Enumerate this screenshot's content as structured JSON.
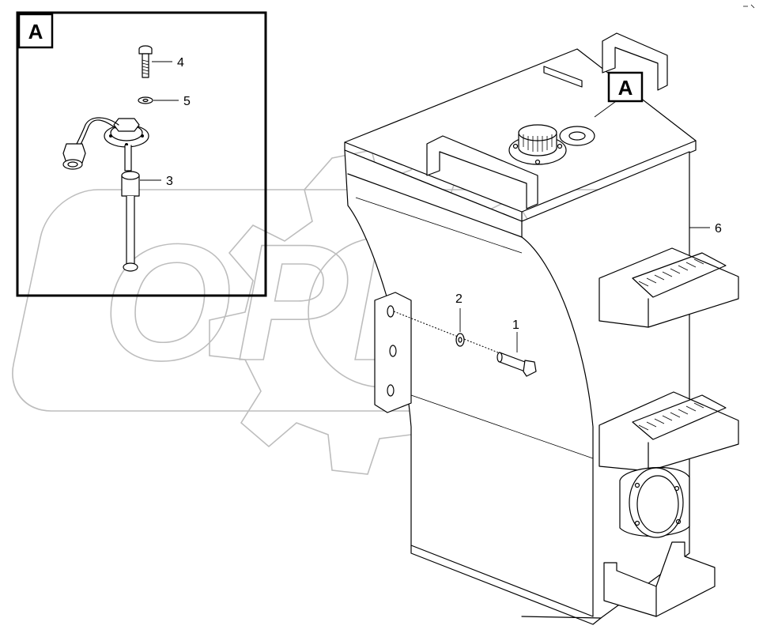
{
  "diagram": {
    "detail_view": {
      "badge_label": "A",
      "callouts": [
        {
          "id": "4",
          "part": "bolt"
        },
        {
          "id": "5",
          "part": "washer"
        },
        {
          "id": "3",
          "part": "fuel-level-sender"
        }
      ]
    },
    "main_view": {
      "detail_badge_label": "A",
      "callouts": [
        {
          "id": "2",
          "part": "washer"
        },
        {
          "id": "1",
          "part": "bolt"
        },
        {
          "id": "6",
          "part": "fuel-tank"
        }
      ]
    },
    "watermark": {
      "text": "OPEX",
      "color": "#bdbdbd"
    },
    "colors": {
      "line": "#000000",
      "background": "#ffffff"
    }
  }
}
